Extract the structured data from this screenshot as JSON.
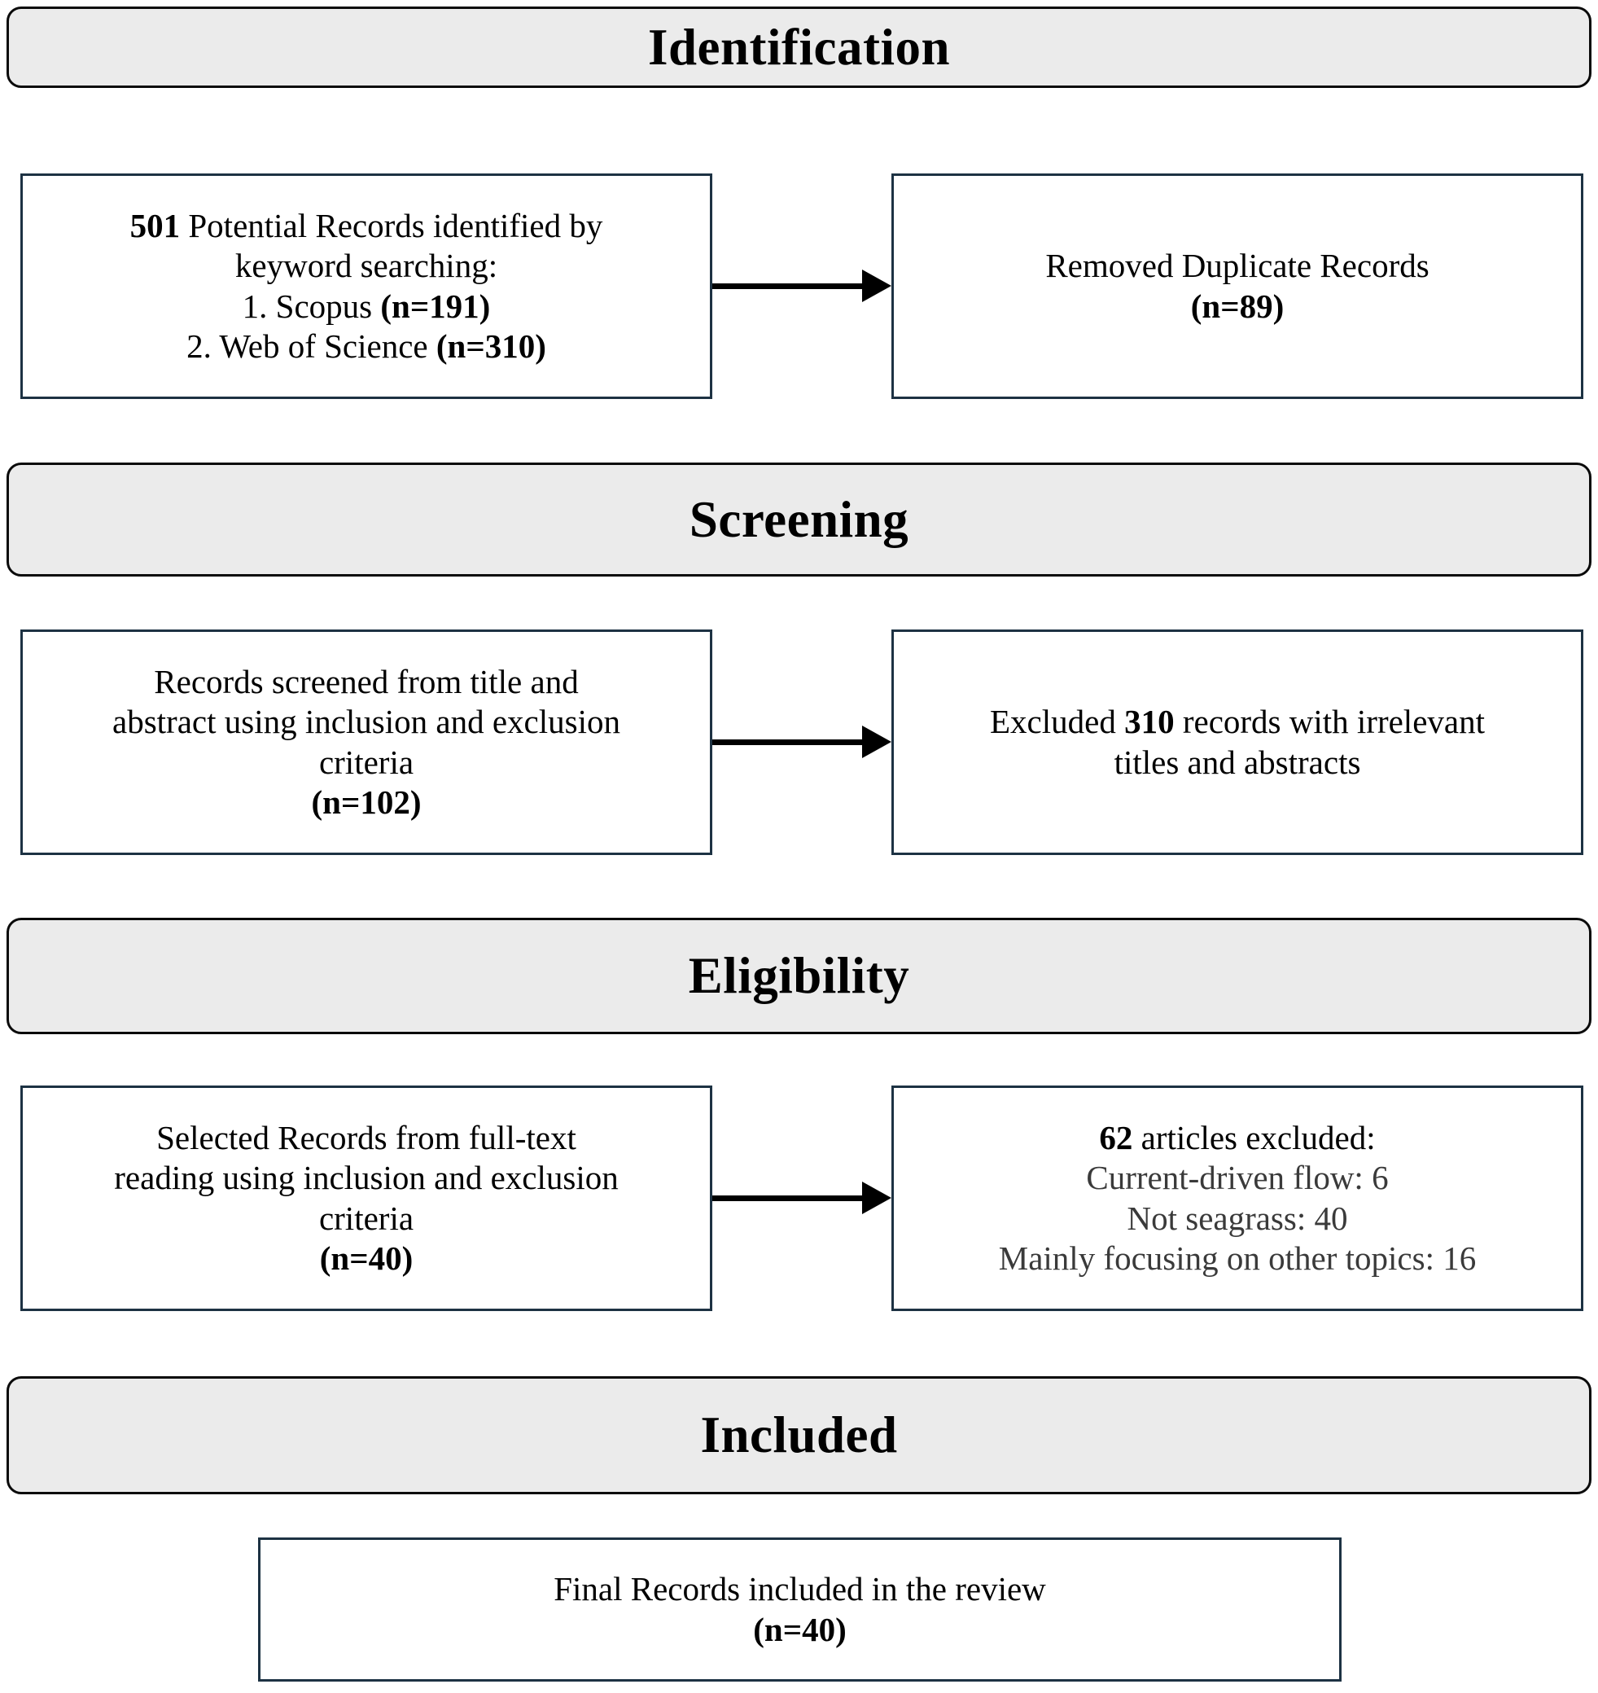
{
  "diagram": {
    "title": "PRISMA Flow Diagram",
    "type": "flowchart",
    "colors": {
      "banner_fill": "#ebebeb",
      "banner_border": "#0a0a0a",
      "box_border": "#1d3243",
      "box_fill": "#ffffff",
      "text": "#000000",
      "muted_text": "#3a3a3a",
      "arrow": "#000000"
    }
  },
  "stages": {
    "identification": {
      "label": "Identification"
    },
    "screening": {
      "label": "Screening"
    },
    "eligibility": {
      "label": "Eligibility"
    },
    "included": {
      "label": "Included"
    }
  },
  "boxes": {
    "identified_records": {
      "lines": [
        {
          "segments": [
            {
              "text": "501",
              "bold": true
            },
            {
              "text": " Potential Records identified by",
              "bold": false
            }
          ]
        },
        {
          "segments": [
            {
              "text": "keyword searching:",
              "bold": false
            }
          ]
        },
        {
          "segments": [
            {
              "text": "1. Scopus ",
              "bold": false
            },
            {
              "text": "(n=191)",
              "bold": true
            }
          ]
        },
        {
          "segments": [
            {
              "text": "2. Web of Science ",
              "bold": false
            },
            {
              "text": "(n=310)",
              "bold": true
            }
          ]
        }
      ]
    },
    "removed_duplicates": {
      "lines": [
        {
          "segments": [
            {
              "text": "Removed Duplicate Records",
              "bold": false
            }
          ]
        },
        {
          "segments": [
            {
              "text": "(n=89)",
              "bold": true
            }
          ]
        }
      ]
    },
    "records_screened": {
      "lines": [
        {
          "segments": [
            {
              "text": "Records screened from title and",
              "bold": false
            }
          ]
        },
        {
          "segments": [
            {
              "text": "abstract using inclusion and exclusion",
              "bold": false
            }
          ]
        },
        {
          "segments": [
            {
              "text": "criteria",
              "bold": false
            }
          ]
        },
        {
          "segments": [
            {
              "text": "(n=102)",
              "bold": true
            }
          ]
        }
      ]
    },
    "excluded_screening": {
      "lines": [
        {
          "segments": [
            {
              "text": "Excluded ",
              "bold": false
            },
            {
              "text": "310",
              "bold": true
            },
            {
              "text": " records with irrelevant",
              "bold": false
            }
          ]
        },
        {
          "segments": [
            {
              "text": "titles and abstracts",
              "bold": false
            }
          ]
        }
      ]
    },
    "selected_fulltext": {
      "lines": [
        {
          "segments": [
            {
              "text": "Selected Records from full-text",
              "bold": false
            }
          ]
        },
        {
          "segments": [
            {
              "text": "reading using inclusion and exclusion",
              "bold": false
            }
          ]
        },
        {
          "segments": [
            {
              "text": "criteria",
              "bold": false
            }
          ]
        },
        {
          "segments": [
            {
              "text": "(n=40)",
              "bold": true
            }
          ]
        }
      ]
    },
    "excluded_eligibility": {
      "lines": [
        {
          "segments": [
            {
              "text": "62",
              "bold": true
            },
            {
              "text": " articles excluded:",
              "bold": false
            }
          ]
        },
        {
          "segments": [
            {
              "text": "Current-driven flow: 6",
              "bold": false,
              "muted": true
            }
          ]
        },
        {
          "segments": [
            {
              "text": "Not seagrass: 40",
              "bold": false,
              "muted": true
            }
          ]
        },
        {
          "segments": [
            {
              "text": "Mainly focusing on other topics: 16",
              "bold": false,
              "muted": true
            }
          ]
        }
      ]
    },
    "final_included": {
      "lines": [
        {
          "segments": [
            {
              "text": "Final Records included in the review",
              "bold": false
            }
          ]
        },
        {
          "segments": [
            {
              "text": "(n=40)",
              "bold": true
            }
          ]
        }
      ]
    }
  },
  "arrows": [
    {
      "name": "arrow-identification",
      "from": "identified_records",
      "to": "removed_duplicates"
    },
    {
      "name": "arrow-screening",
      "from": "records_screened",
      "to": "excluded_screening"
    },
    {
      "name": "arrow-eligibility",
      "from": "selected_fulltext",
      "to": "excluded_eligibility"
    }
  ]
}
